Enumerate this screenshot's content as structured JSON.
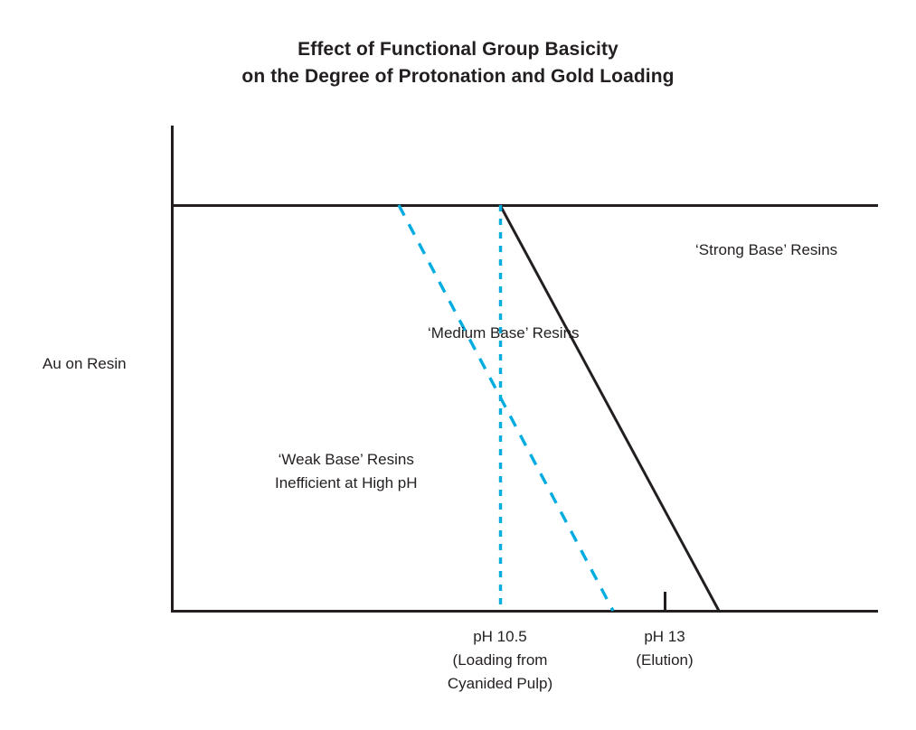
{
  "title": {
    "line1": "Effect of Functional Group Basicity",
    "line2": "on the Degree of Protonation and Gold Loading"
  },
  "axes": {
    "ylabel": "Au on Resin",
    "xlabel": ""
  },
  "annotations": {
    "strong_base": "‘Strong Base’ Resins",
    "medium_base": "‘Medium Base’ Resins",
    "weak_base_line1": "‘Weak Base’ Resins",
    "weak_base_line2": "Inefficient at High pH"
  },
  "ticks": {
    "ph105_line1": "pH 10.5",
    "ph105_line2": "(Loading from",
    "ph105_line3": "Cyanided Pulp)",
    "ph13_line1": "pH 13",
    "ph13_line2": "(Elution)"
  },
  "colors": {
    "ink": "#231f20",
    "cyan": "#00ace0",
    "background": "#ffffff"
  },
  "chart_data": {
    "type": "line",
    "title": "Effect of Functional Group Basicity on the Degree of Protonation and Gold Loading",
    "xlabel": "pH",
    "ylabel": "Au on Resin",
    "xlim": [
      0,
      100
    ],
    "ylim": [
      0,
      100
    ],
    "grid": false,
    "legend": "none",
    "axis_units": "qualitative (no numeric scale shown)",
    "x_ticks": [
      {
        "value": 46.5,
        "label": "pH 10.5",
        "sublabels": [
          "(Loading from",
          "Cyanided Pulp)"
        ],
        "marker": "dotted-vertical-line"
      },
      {
        "value": 69.8,
        "label": "pH 13",
        "sublabels": [
          "(Elution)"
        ],
        "marker": "tick"
      }
    ],
    "series": [
      {
        "name": "‘Strong Base’ Resins",
        "style": "solid",
        "color": "#231f20",
        "description": "Loading stays at maximum across all pH (plateau spanning full axis).",
        "points": [
          [
            0,
            100
          ],
          [
            100,
            100
          ]
        ]
      },
      {
        "name": "‘Medium Base’ Resins",
        "style": "solid",
        "color": "#231f20",
        "description": "Holds maximum loading until pH 10.5, then falls linearly to zero just past pH 13.",
        "points": [
          [
            0,
            100
          ],
          [
            46.5,
            100
          ],
          [
            77.5,
            0
          ]
        ]
      },
      {
        "name": "‘Weak Base’ Resins",
        "style": "dashed",
        "color": "#00ace0",
        "description": "Begins declining before pH 10.5 and reaches zero before pH 13 — inefficient at high pH.",
        "points": [
          [
            32.1,
            100
          ],
          [
            62.5,
            0
          ]
        ]
      }
    ]
  }
}
